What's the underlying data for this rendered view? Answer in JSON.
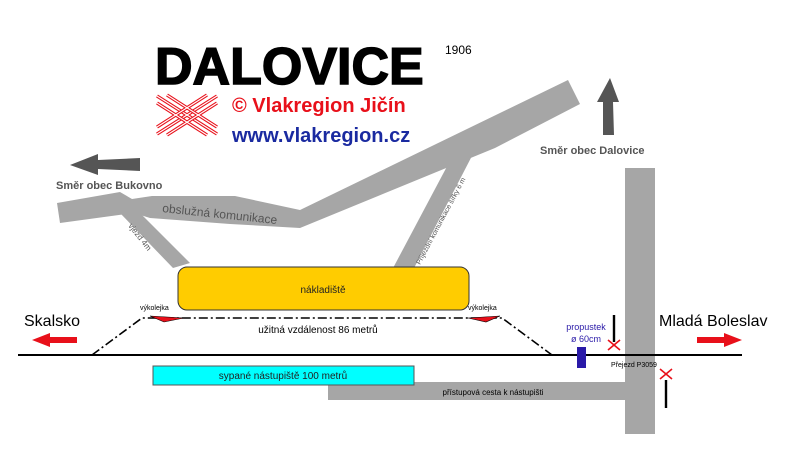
{
  "header": {
    "station_name": "DALOVICE",
    "year": "1906",
    "copyright": "© Vlakregion Jičín",
    "website": "www.vlakregion.cz"
  },
  "labels": {
    "direction_bukovno": "Směr obec Bukovno",
    "direction_dalovice": "Směr obec Dalovice",
    "service_road": "obslužná komunikace",
    "entrance_road": "vjezd 4m",
    "driveway_road": "Příjezdní komunikace šířky 6 m",
    "loading_area": "nákladiště",
    "derailer_left": "výkolejka",
    "derailer_right": "výkolejka",
    "usable_length": "užitná vzdálenost 86 metrů",
    "platform": "sypané nástupiště 100 metrů",
    "access_path": "přístupová cesta k nástupišti",
    "culvert": "propustek",
    "culvert_size": "ø 60cm",
    "crossing": "Přejezd P3059",
    "direction_left": "Skalsko",
    "direction_right": "Mladá Boleslav"
  },
  "colors": {
    "road": "#a6a6a6",
    "loading_area": "#ffcc00",
    "platform": "#00ffff",
    "arrow_red": "#e8101a",
    "culvert": "#2a1aa8",
    "brand_blue": "#1a2aa0"
  },
  "icons": {
    "logo": "crossed-rails-logo",
    "arrows": "direction-arrow",
    "crossing": "level-crossing-cross"
  }
}
